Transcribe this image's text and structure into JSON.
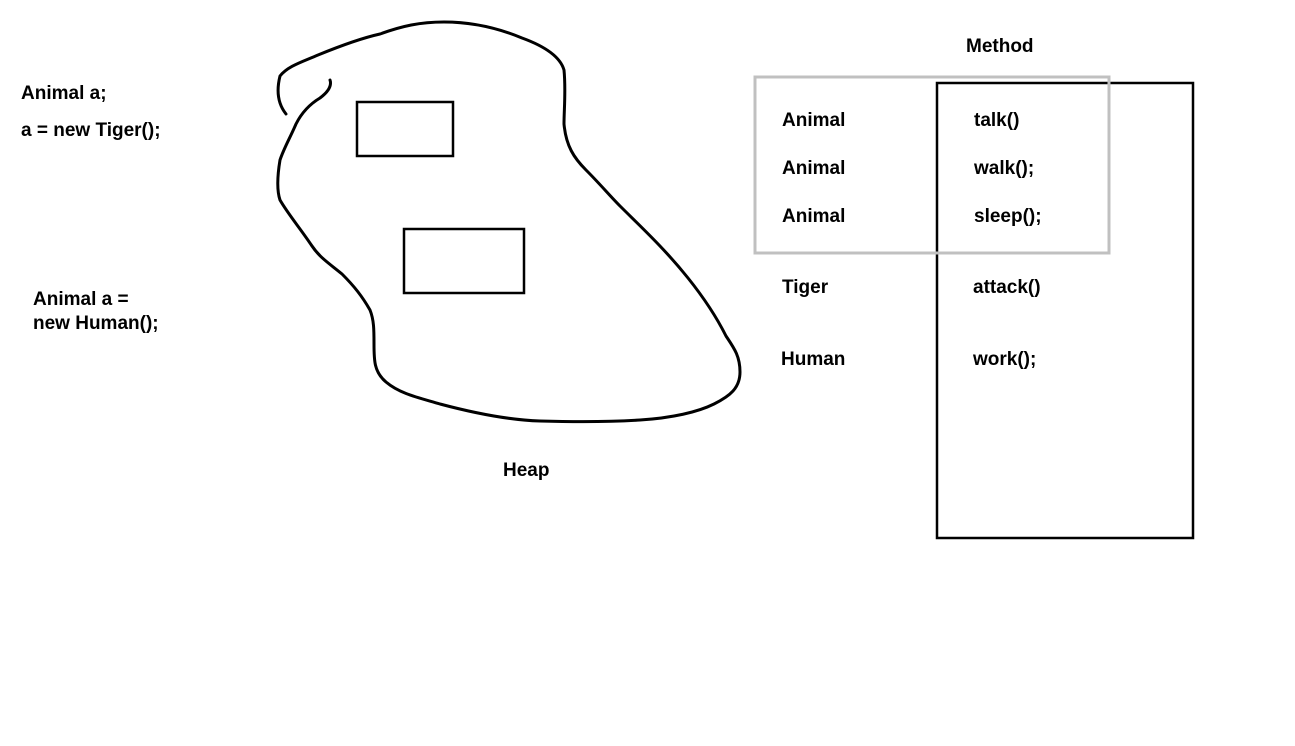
{
  "code": {
    "line1": "Animal a;",
    "line2": "a = new Tiger();",
    "line3": "Animal a =",
    "line4": "new Human();"
  },
  "heap": {
    "label": "Heap"
  },
  "method_area": {
    "label": "Method",
    "rows": [
      {
        "class_name": "Animal",
        "method": "talk()"
      },
      {
        "class_name": "Animal",
        "method": "walk();"
      },
      {
        "class_name": "Animal",
        "method": "sleep();"
      },
      {
        "class_name": "Tiger",
        "method": "attack()"
      },
      {
        "class_name": "Human",
        "method": "work();"
      }
    ]
  },
  "colors": {
    "ink": "#000000",
    "highlight_box": "#c0c0c0",
    "background": "#ffffff"
  }
}
